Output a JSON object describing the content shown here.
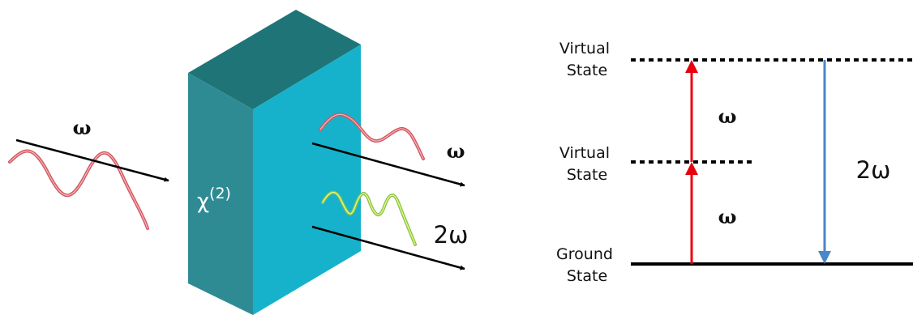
{
  "left_panel": {
    "incoming_label": "ω",
    "crystal_label_base": "χ",
    "crystal_label_sup": "(2)",
    "out_fundamental_label": "ω",
    "out_harmonic_label": "2ω",
    "colors": {
      "crystal_front": "#2e8b94",
      "crystal_top": "#1f7477",
      "crystal_side": "#16b2cc",
      "wave_red": "#d2565f",
      "wave_green": "#8bc34a",
      "beam": "#000000"
    }
  },
  "right_panel": {
    "upper_virtual_label": [
      "Virtual",
      "State"
    ],
    "lower_virtual_label": [
      "Virtual",
      "State"
    ],
    "ground_label": [
      "Ground",
      "State"
    ],
    "lower_step_label": "ω",
    "upper_step_label": "ω",
    "emission_label": "2ω",
    "colors": {
      "absorption_arrow": "#e8000e",
      "emission_arrow": "#4a86c8",
      "level_line": "#000000"
    }
  }
}
